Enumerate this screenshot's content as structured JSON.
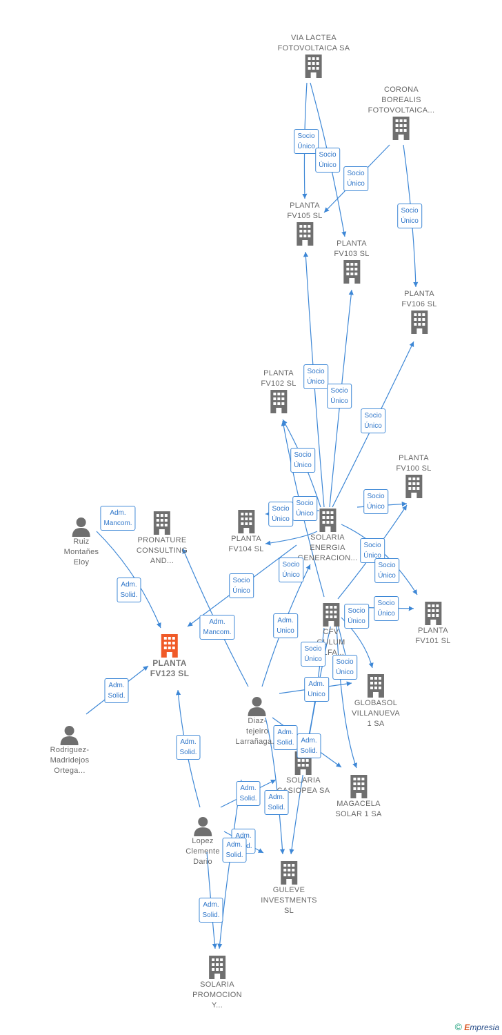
{
  "colors": {
    "edge": "#3d87d6",
    "building": "#6f6f6f",
    "focus": "#f05a28",
    "person": "#6f6f6f"
  },
  "companies": [
    {
      "id": "via_lactea",
      "label": "VIA LACTEA\nFOTOVOLTAICA SA",
      "icon": "building-icon"
    },
    {
      "id": "corona",
      "label": "CORONA\nBOREALIS\nFOTOVOLTAICA...",
      "icon": "building-icon"
    },
    {
      "id": "fv105",
      "label": "PLANTA\nFV105  SL",
      "icon": "building-icon"
    },
    {
      "id": "fv103",
      "label": "PLANTA\nFV103  SL",
      "icon": "building-icon"
    },
    {
      "id": "fv106",
      "label": "PLANTA\nFV106  SL",
      "icon": "building-icon"
    },
    {
      "id": "fv102",
      "label": "PLANTA\nFV102  SL",
      "icon": "building-icon"
    },
    {
      "id": "fv100",
      "label": "PLANTA\nFV100  SL",
      "icon": "building-icon"
    },
    {
      "id": "pronature",
      "label": "PRONATURE\nCONSULTING\nAND...",
      "icon": "building-icon"
    },
    {
      "id": "fv104",
      "label": "PLANTA\nFV104  SL",
      "icon": "building-icon"
    },
    {
      "id": "solaria_energia",
      "label": "SOLARIA\nENERGIA\nGENERACION...",
      "icon": "building-icon"
    },
    {
      "id": "cfv",
      "label": "CFV\nGULUM\nALFA...",
      "icon": "building-icon"
    },
    {
      "id": "fv101",
      "label": "PLANTA\nFV101  SL",
      "icon": "building-icon"
    },
    {
      "id": "fv123",
      "label": "PLANTA\nFV123  SL",
      "icon": "building-icon-focus"
    },
    {
      "id": "globasol",
      "label": "GLOBASOL\nVILLANUEVA\n1 SA",
      "icon": "building-icon"
    },
    {
      "id": "casiopea",
      "label": "SOLARIA\nCASIOPEA SA",
      "icon": "building-icon"
    },
    {
      "id": "magacela",
      "label": "MAGACELA\nSOLAR 1 SA",
      "icon": "building-icon"
    },
    {
      "id": "guleve",
      "label": "GULEVE\nINVESTMENTS\nSL",
      "icon": "building-icon"
    },
    {
      "id": "promocion",
      "label": "SOLARIA\nPROMOCION\nY...",
      "icon": "building-icon"
    }
  ],
  "people": [
    {
      "id": "ruiz",
      "label": "Ruiz\nMontañes\nEloy",
      "icon": "person-icon"
    },
    {
      "id": "rodriguez",
      "label": "Rodriguez-\nMadridejos\nOrtega...",
      "icon": "person-icon"
    },
    {
      "id": "diaz",
      "label": "Diaz-\ntejeiro\nLarrañaga...",
      "icon": "person-icon"
    },
    {
      "id": "lopez",
      "label": "Lopez\nClemente\nDario",
      "icon": "person-icon"
    }
  ],
  "relations": [
    "Socio\nÚnico",
    "Socio\nÚnico",
    "Socio\nÚnico",
    "Socio\nÚnico",
    "Socio\nÚnico",
    "Socio\nÚnico",
    "Socio\nÚnico",
    "Socio\nÚnico",
    "Socio\nÚnico",
    "Socio\nÚnico",
    "Socio\nÚnico",
    "Socio\nÚnico",
    "Socio\nÚnico",
    "Socio\nÚnico",
    "Socio\nÚnico",
    "Socio\nÚnico",
    "Socio\nÚnico",
    "Socio\nÚnico",
    "Socio\nÚnico",
    "Adm.\nMancom.",
    "Adm.\nSolid.",
    "Adm.\nSolid.",
    "Adm.\nMancom.",
    "Adm.\nUnico",
    "Adm.\nUnico",
    "Adm.\nSolid.",
    "Adm.\nSolid.",
    "Adm.\nSolid.",
    "Adm.\nSolid.",
    "Adm.\nSolid.",
    "Adm.\nSolid.",
    "Adm.\nSolid.",
    "Adm.\nSolid."
  ],
  "footer": {
    "copyright": "©",
    "brand_e": "E",
    "brand_rest": "mpresia"
  }
}
